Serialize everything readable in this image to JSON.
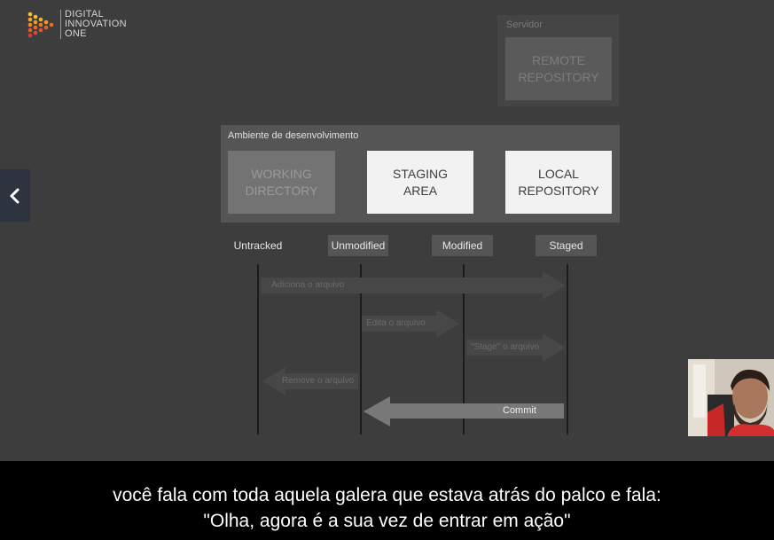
{
  "logo": {
    "line1": "DIGITAL",
    "line2": "INNOVATION",
    "line3": "ONE"
  },
  "server": {
    "label": "Servidor",
    "remote_line1": "REMOTE",
    "remote_line2": "REPOSITORY"
  },
  "environment": {
    "label": "Ambiente de desenvolvimento",
    "working_line1": "WORKING",
    "working_line2": "DIRECTORY",
    "staging_line1": "STAGING",
    "staging_line2": "AREA",
    "local_line1": "LOCAL",
    "local_line2": "REPOSITORY"
  },
  "states": {
    "untracked": "Untracked",
    "unmodified": "Unmodified",
    "modified": "Modified",
    "staged": "Staged"
  },
  "actions": {
    "add": "Adiciona o arquivo",
    "edit": "Edita o arquivo",
    "stage": "\"Stage\" o arquivo",
    "remove": "Remove o arquivo",
    "commit": "Commit"
  },
  "nav": {
    "prev_icon": "chevron-left-icon"
  },
  "subtitles": {
    "line1": "você fala com toda aquela galera que estava atrás do palco e fala:",
    "line2": "\"Olha, agora é a sua vez de entrar em ação\""
  },
  "colors": {
    "background": "#3d3d3d",
    "nav": "#2d3440",
    "subtitle_bg": "#000000",
    "logo_accent": "#f5a623"
  }
}
